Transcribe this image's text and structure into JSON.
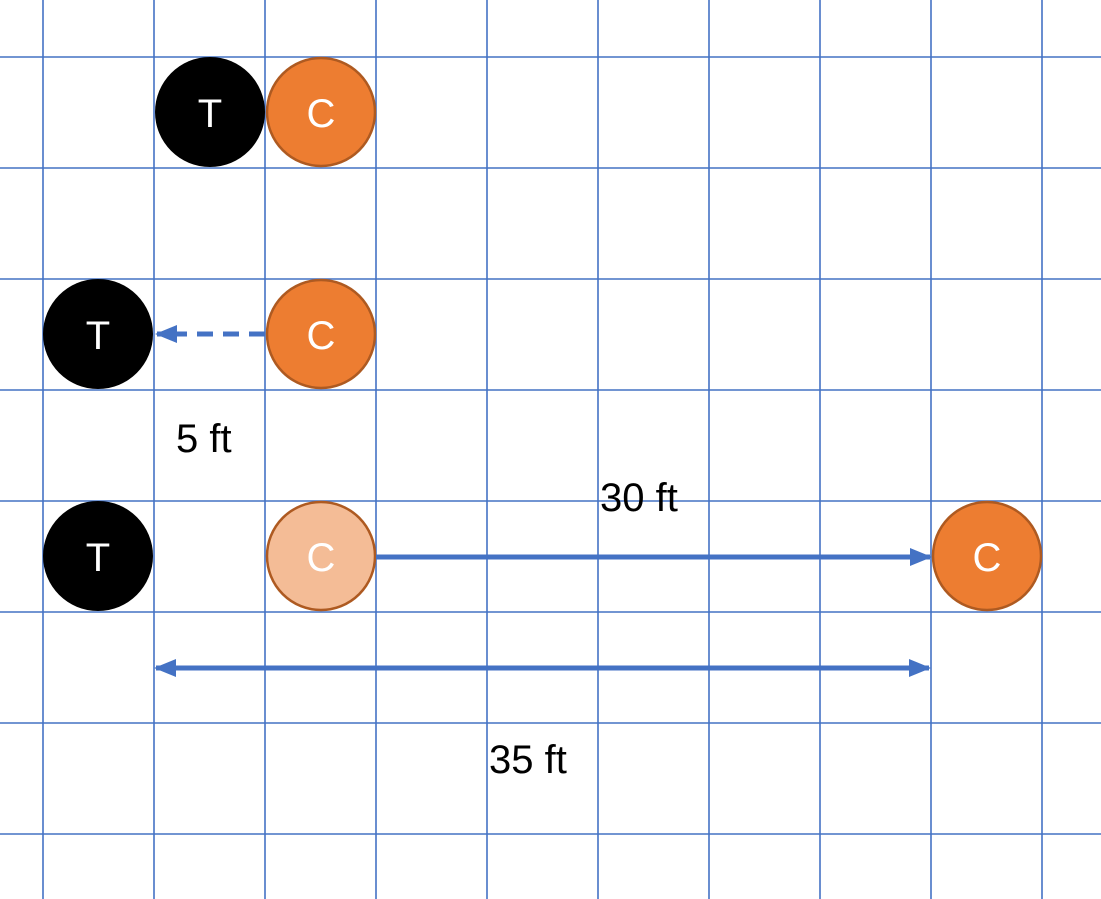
{
  "colors": {
    "grid": "#4472C4",
    "arrow": "#4472C4",
    "target": "#000000",
    "creature": "#ED7D31",
    "creature_border": "#AE5A21",
    "creature_ghost": "#F4BC96"
  },
  "tokens": {
    "target": "T",
    "creature": "C"
  },
  "labels": {
    "step_distance": "5 ft",
    "move_distance": "30 ft",
    "total_distance": "35 ft"
  }
}
